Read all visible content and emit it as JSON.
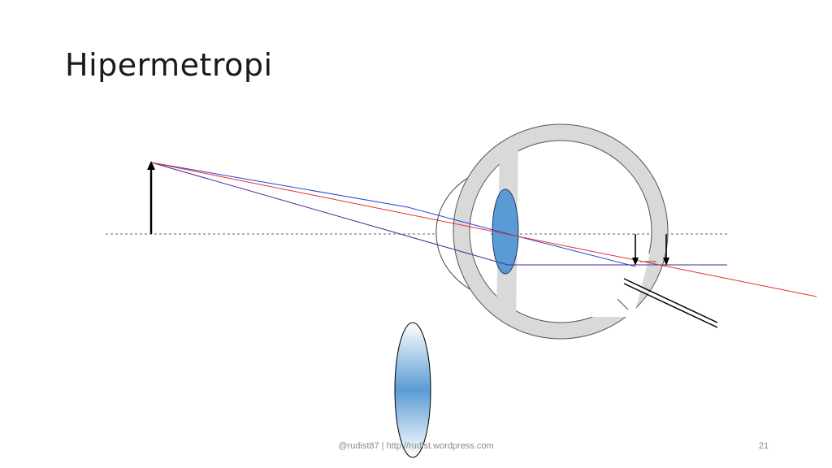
{
  "slide": {
    "title": "Hipermetropi",
    "footer": "@rudist87 | http://rudist.wordpress.com",
    "page_number": "21"
  },
  "colors": {
    "eye_wall": "#d9d9d9",
    "eye_outline": "#555555",
    "lens_fill": "#5b9bd5",
    "lens_outline": "#1f3864",
    "ray_blue": "#2b3fd6",
    "ray_red": "#e0302a",
    "ray_purple": "#4b2a9a",
    "axis": "#808080",
    "arrow": "#000000"
  },
  "icons": {
    "object_arrow": "up-arrow-icon",
    "image_arrow": "down-arrow-icon",
    "corrective_lens": "convex-lens-icon",
    "retina_plate": "screen-icon"
  }
}
